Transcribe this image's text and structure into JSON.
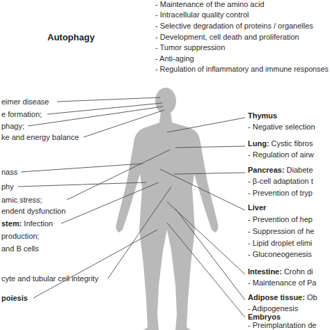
{
  "diagram": {
    "labels": [
      "Autophagy",
      "- Maintenance of the amino acid",
      "- Intracellular quality control",
      "- Selective degradation of proteins / organelles",
      "- Development, cell death and proliferation",
      "- Tumor suppression",
      "- Anti-aging",
      "- Regulation of inflammatory and immune responses",
      "eimer disease",
      "e formation;",
      "phagy;",
      "ke and energy balance",
      "nass",
      "phy",
      "amic stress;",
      "endent dysfunction",
      "stem:",
      "Infection",
      "production;",
      "and B cells",
      "cyte and tubular cell integrity",
      "poiesis",
      "Thymus",
      "- Negative selection",
      "Lung:",
      "Cystic fibros",
      "- Regulation of airw",
      "Pancreas:",
      "Diabete",
      "- β-cell adaptation t",
      "- Prevention of tryp",
      "Liver",
      "- Prevention of hep",
      "- Suppression of he",
      "- Lipid droplet elimi",
      "- Gluconeogenesis",
      "Intestine:",
      "Crohn di",
      "- Maintenance of Pa",
      "Adipose tissue:",
      "Ob",
      "- Adipogenesis",
      "Embryos",
      "- Preimplantation de"
    ]
  }
}
